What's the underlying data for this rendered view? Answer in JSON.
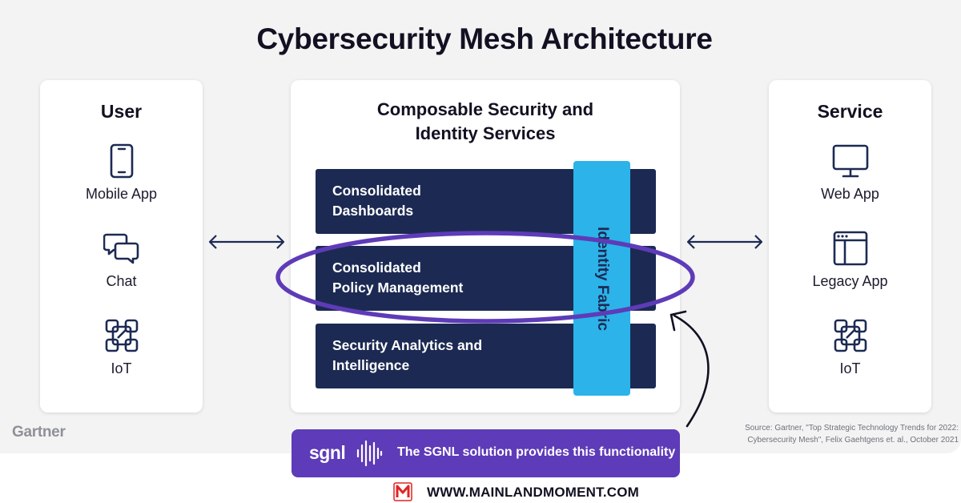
{
  "title": "Cybersecurity Mesh Architecture",
  "user": {
    "heading": "User",
    "items": [
      {
        "label": "Mobile App",
        "icon": "mobile-phone-icon"
      },
      {
        "label": "Chat",
        "icon": "chat-bubbles-icon"
      },
      {
        "label": "IoT",
        "icon": "iot-chip-icon"
      }
    ]
  },
  "center": {
    "heading_line1": "Composable Security and",
    "heading_line2": "Identity Services",
    "services": [
      {
        "line1": "Consolidated",
        "line2": "Dashboards"
      },
      {
        "line1": "Consolidated",
        "line2": "Policy Management"
      },
      {
        "line1": "Security Analytics and",
        "line2": "Intelligence"
      }
    ],
    "fabric_label": "Identity Fabric"
  },
  "service": {
    "heading": "Service",
    "items": [
      {
        "label": "Web App",
        "icon": "monitor-icon"
      },
      {
        "label": "Legacy App",
        "icon": "browser-window-icon"
      },
      {
        "label": "IoT",
        "icon": "iot-chip-icon"
      }
    ]
  },
  "brand": "Gartner",
  "source_line1": "Source: Gartner, \"Top Strategic Technology Trends for 2022:",
  "source_line2": "Cybersecurity Mesh\", Felix Gaehtgens et. al., October 2021",
  "banner": {
    "logo": "sgnl",
    "text": "The SGNL solution provides this functionality"
  },
  "footer": {
    "url": "WWW.MAINLANDMOMENT.COM"
  },
  "colors": {
    "navy": "#1c2a53",
    "fabric_blue": "#2bb3ea",
    "highlight_purple": "#5e3bb8",
    "footer_logo_red": "#e02424"
  }
}
